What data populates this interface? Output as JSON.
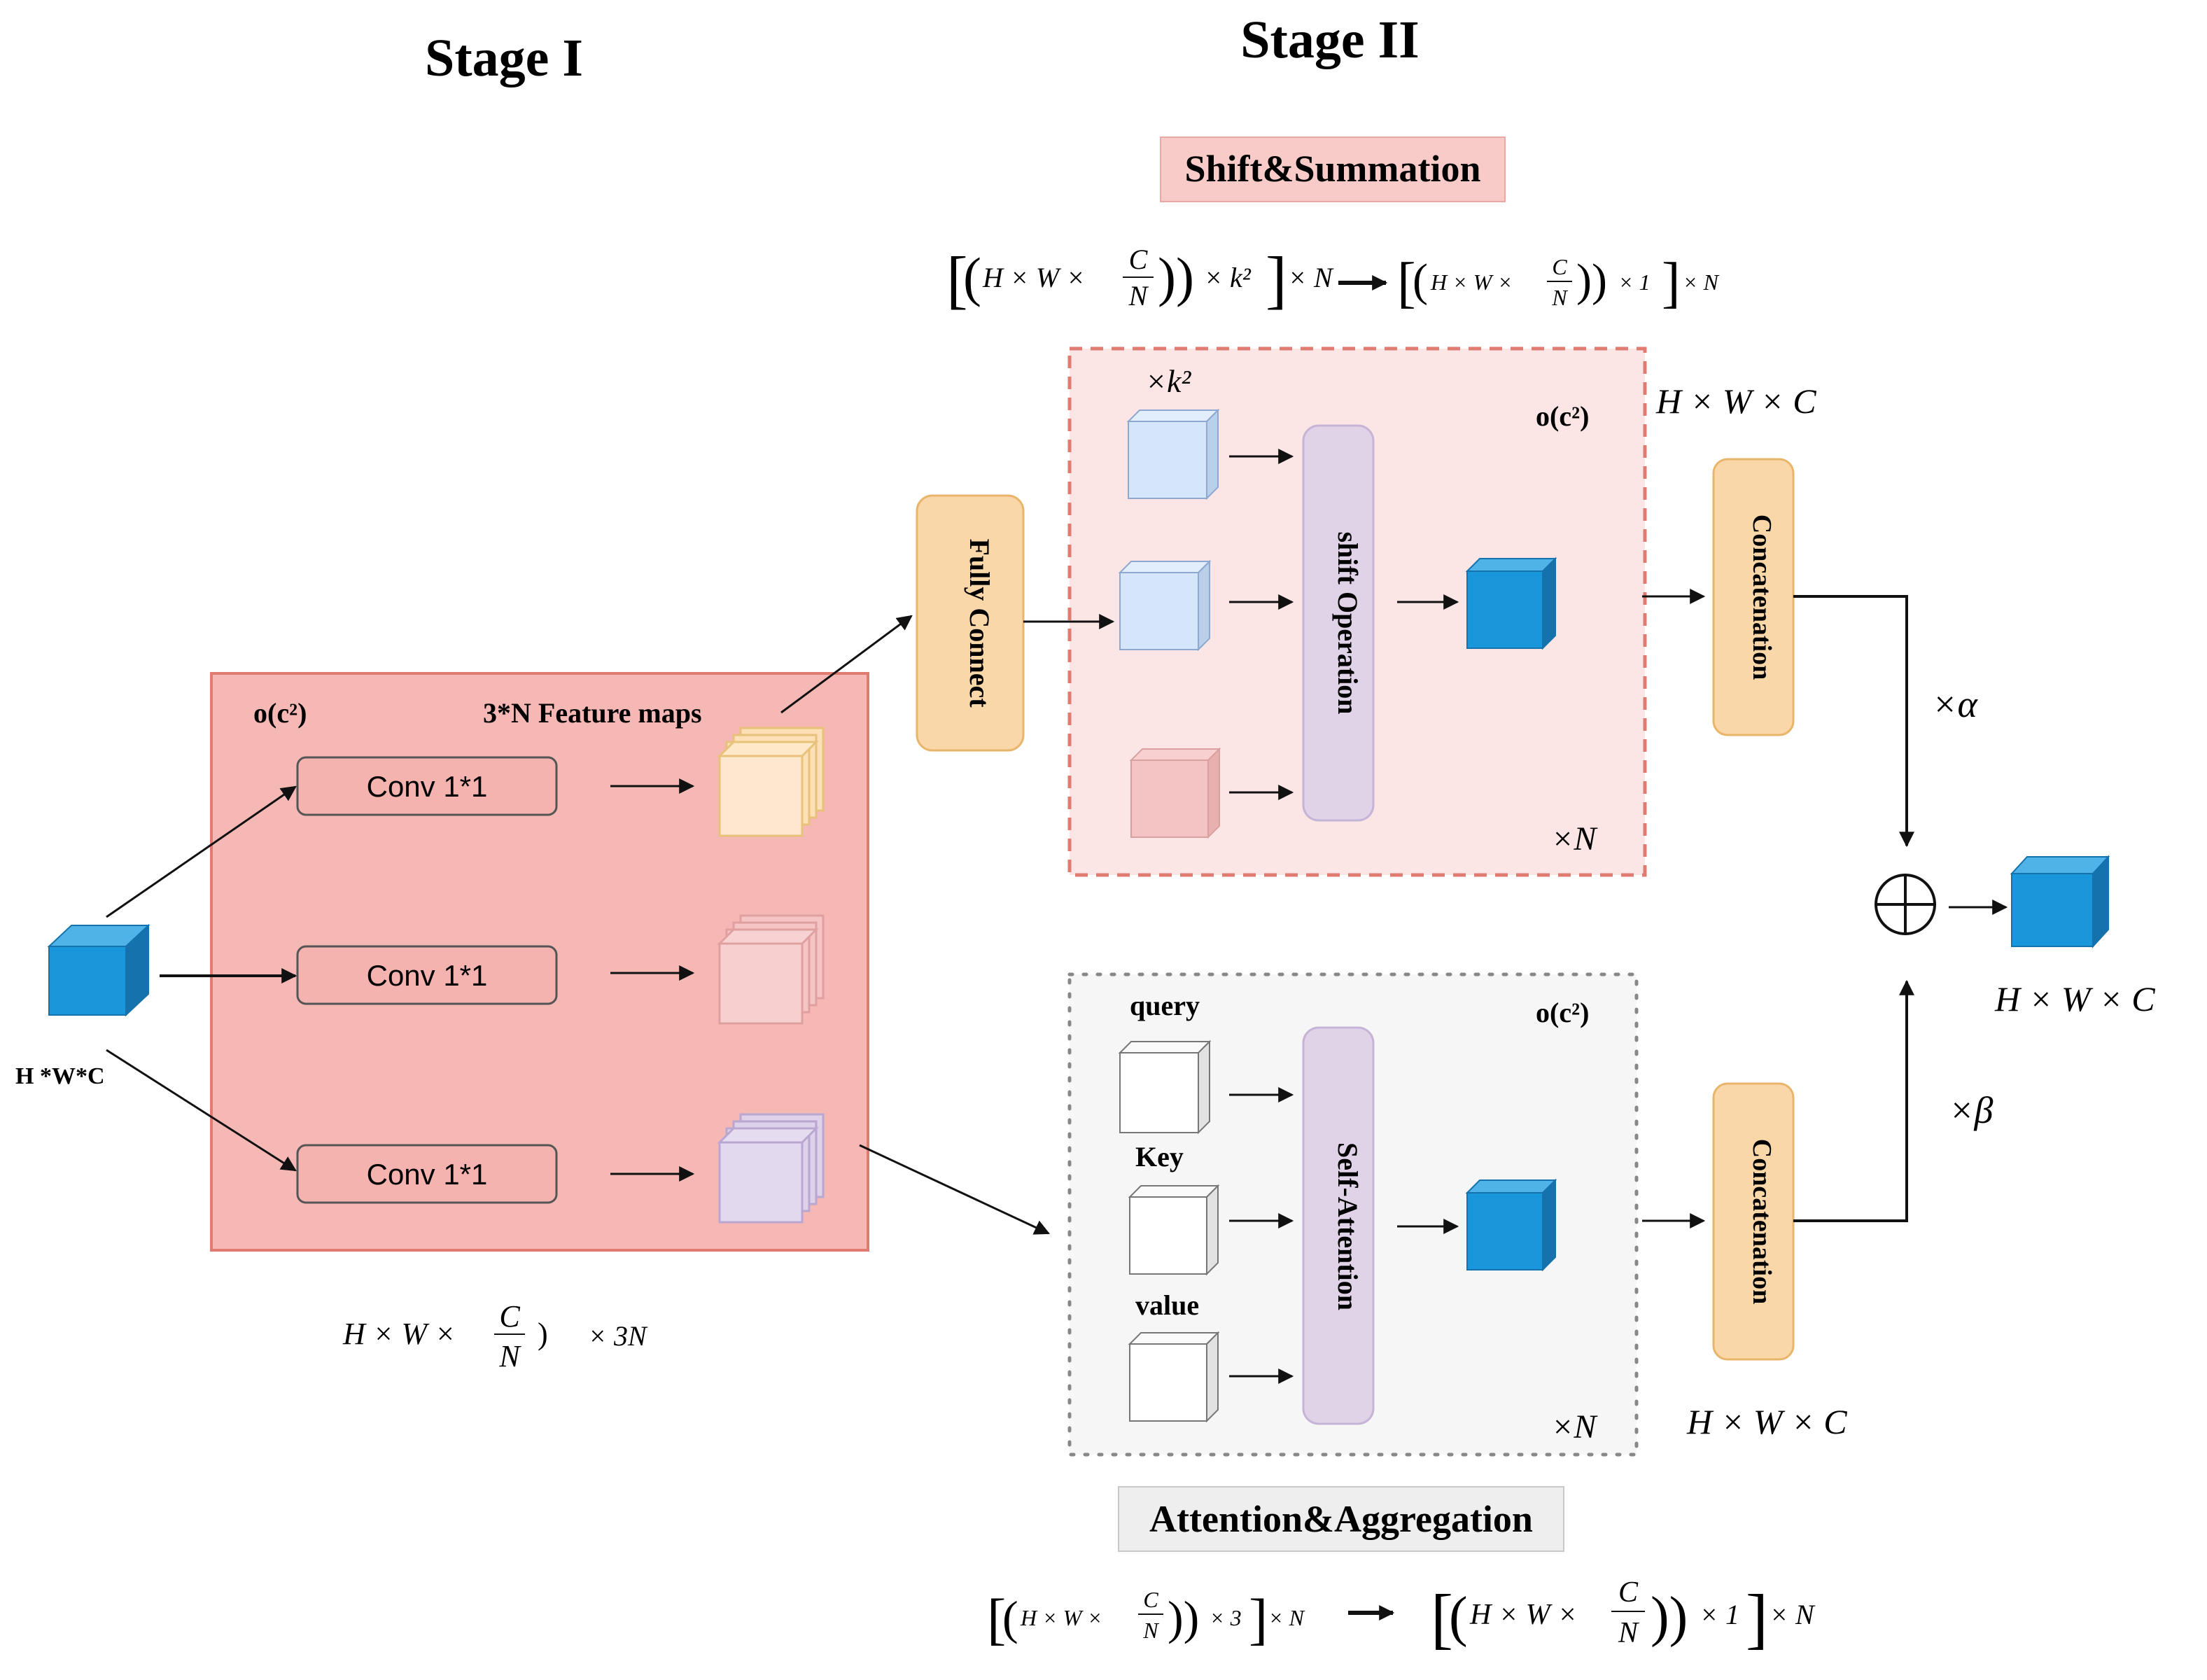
{
  "stage1": {
    "title": "Stage I"
  },
  "stage2": {
    "title": "Stage II"
  },
  "input": {
    "label": "H *W*C"
  },
  "stage1_box": {
    "complexity": "o(c²)",
    "feature_maps": "3*N Feature maps",
    "conv_labels": [
      "Conv 1*1",
      "Conv 1*1",
      "Conv 1*1"
    ],
    "dim_formula": "H × W × C/N ) × 3N"
  },
  "fully_connect": {
    "label": "Fully Connect"
  },
  "shift_module": {
    "header": "Shift&Summation",
    "formula_left": "[(H × W × C/N)) × k²] × N",
    "formula_right": "[(H × W × C/N)) × 1] × N",
    "k_label": "×k²",
    "complexity": "o(c²)",
    "operation": "shift Operation",
    "repeat": "×N"
  },
  "attention_module": {
    "header": "Attention&Aggregation",
    "formula_left": "[(H × W × C/N)) × 3] × N",
    "formula_right": "[(H × W × C/N)) × 1] × N",
    "complexity": "o(c²)",
    "query": "query",
    "key": "Key",
    "value": "value",
    "operation": "Self-Attention",
    "repeat": "×N"
  },
  "concat_top": {
    "label": "Concatenation",
    "dim": "H × W × C"
  },
  "concat_bottom": {
    "label": "Concatenation",
    "dim": "H × W × C"
  },
  "weights": {
    "alpha": "×α",
    "beta": "×β"
  },
  "output": {
    "dim": "H × W × C"
  },
  "colors": {
    "cube_blue": "#1a96db",
    "stage1_fill": "#f5b8b4",
    "stage1_border": "#e07b72",
    "orange_box": "#fad7a8",
    "purple_box": "#e0d3e8",
    "shift_bg": "#fbe6e5",
    "attn_bg": "#f6f6f6"
  }
}
